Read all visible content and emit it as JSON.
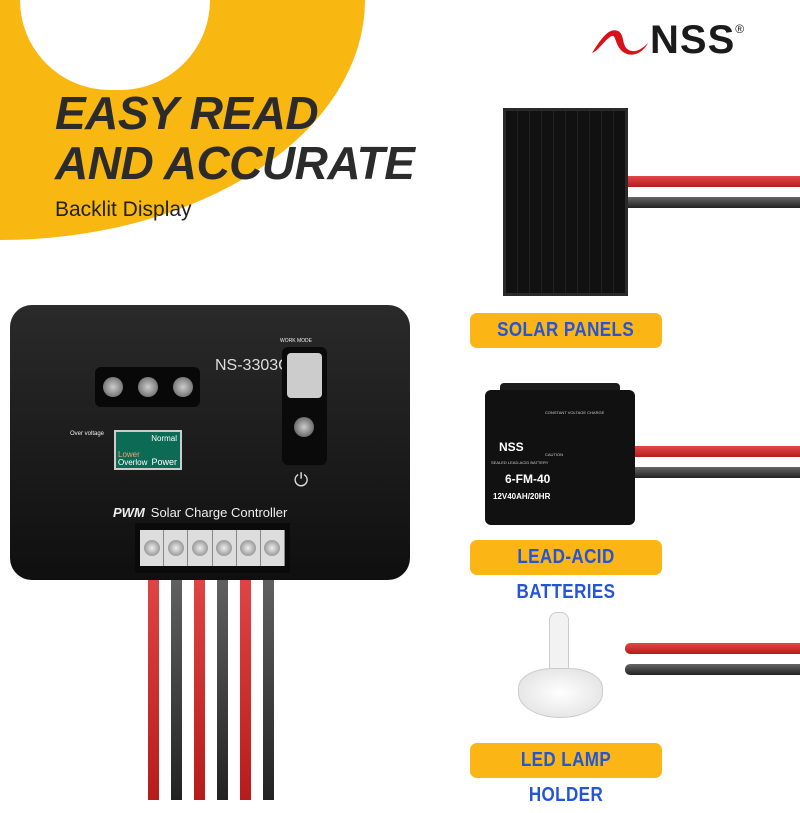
{
  "headline": {
    "line1": "EASY READ",
    "line2": "AND ACCURATE",
    "subtitle": "Backlit Display"
  },
  "brand": {
    "name": "NSS",
    "registered": "®"
  },
  "controller": {
    "model": "NS-3303C",
    "type_prefix": "PWM",
    "type": "Solar Charge Controller",
    "work_mode": "WORK MODE",
    "lcd": {
      "normal": "Normal",
      "lower": "Lower",
      "overlow": "Overlow",
      "power": "Power"
    },
    "over_voltage": "Over voltage"
  },
  "battery": {
    "brand": "NSS",
    "model": "6-FM-40",
    "spec": "12V40AH/20HR",
    "type": "SEALED LEAD-ACID BATTERY",
    "charge_heading": "CONSTANT VOLTAGE CHARGE",
    "caution": "CAUTION"
  },
  "labels": {
    "solar": "SOLAR PANELS",
    "battery": "LEAD-ACID BATTERIES",
    "lamp": "LED LAMP HOLDER"
  },
  "colors": {
    "yellow": "#F9B711",
    "label_text": "#2355d6",
    "wire_red": "#d32f2f",
    "wire_black": "#333333"
  }
}
